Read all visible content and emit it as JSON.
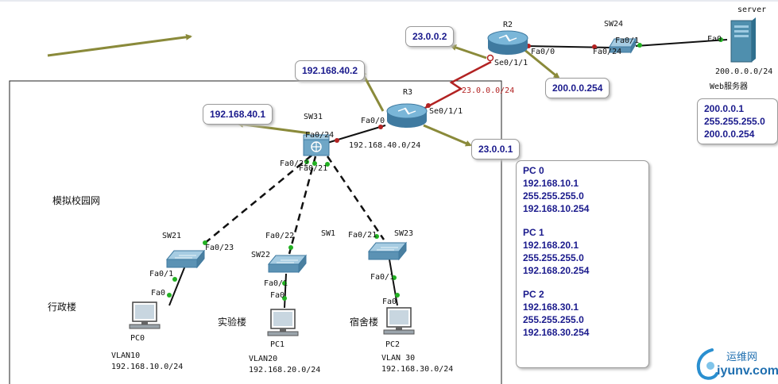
{
  "devices": {
    "r2": "R2",
    "r3": "R3",
    "sw31": "SW31",
    "sw24": "SW24",
    "server": "server",
    "sw21": "SW21",
    "sw22": "SW22",
    "sw1": "SW1",
    "sw23": "SW23",
    "pc0": "PC0",
    "pc1": "PC1",
    "pc2": "PC2",
    "web_server": "Web服务器"
  },
  "ports": {
    "r2_se": "Se0/1/1",
    "r2_fa": "Fa0/0",
    "sw24_fa1": "Fa0/1",
    "sw24_fa24": "Fa0/24",
    "server_fa": "Fa0",
    "r3_se": "Se0/1/1",
    "r3_fa": "Fa0/0",
    "sw31_fa24": "Fa0/24",
    "sw31_fa22": "Fa0/22",
    "sw31_fa21": "Fa0/21",
    "sw21_fa23": "Fa0/23",
    "sw21_fa1": "Fa0/1",
    "pc0_fa": "Fa0",
    "sw22_fa22": "Fa0/22",
    "sw22_fa1": "Fa0/1",
    "pc1_fa": "Fa0",
    "sw23_fa21": "Fa0/21",
    "sw23_fa1": "Fa0/1",
    "pc2_fa": "Fa0"
  },
  "networks": {
    "serial": "23.0.0.0/24",
    "lan40": "192.168.40.0/24",
    "net200": "200.0.0.0/24"
  },
  "callouts": {
    "r2_se": "23.0.0.2",
    "r3_fa": "192.168.40.2",
    "sw31": "192.168.40.1",
    "r3_se": "23.0.0.1",
    "r2_fa": "200.0.0.254"
  },
  "server_box": [
    "200.0.0.1",
    "255.255.255.0",
    "200.0.0.254"
  ],
  "pc_box": [
    {
      "name": "PC 0",
      "ip": "192.168.10.1",
      "mask": "255.255.255.0",
      "gw": "192.168.10.254"
    },
    {
      "name": "PC 1",
      "ip": "192.168.20.1",
      "mask": "255.255.255.0",
      "gw": "192.168.20.254"
    },
    {
      "name": "PC 2",
      "ip": "192.168.30.1",
      "mask": "255.255.255.0",
      "gw": "192.168.30.254"
    }
  ],
  "areas": {
    "campus": "模拟校园网",
    "admin": "行政楼",
    "lab": "实验楼",
    "dorm": "宿舍楼"
  },
  "vlans": {
    "v10": "VLAN10",
    "v10_net": "192.168.10.0/24",
    "v20": "VLAN20",
    "v20_net": "192.168.20.0/24",
    "v30": "VLAN 30",
    "v30_net": "192.168.30.0/24"
  },
  "watermark": {
    "cn": "运维网",
    "en": "iyunv.com"
  },
  "colors": {
    "callout_text": "#1a1a8c",
    "serial_link": "#b22222",
    "link_dot": "#22b022",
    "arrow": "#8a8a3a",
    "router": "#5b9bc0",
    "server": "#4f8fae"
  }
}
